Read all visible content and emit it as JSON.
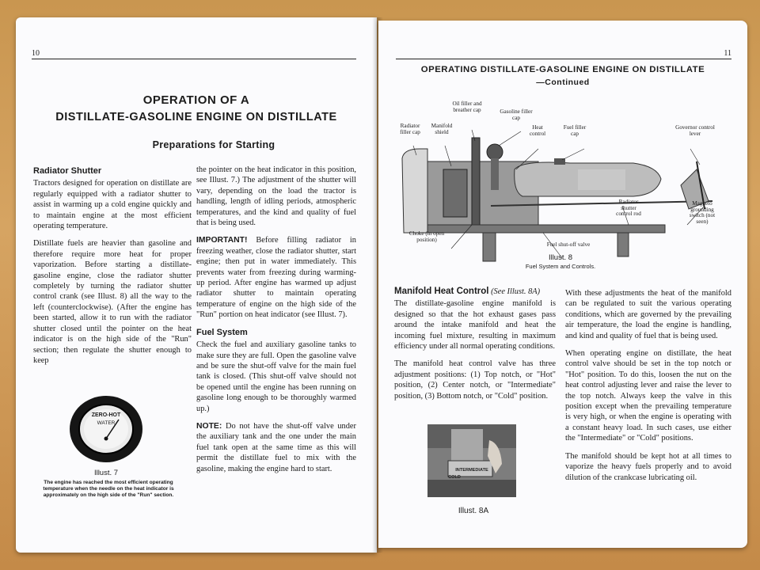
{
  "left": {
    "page_number": "10",
    "title_line1": "OPERATION OF A",
    "title_line2": "DISTILLATE-GASOLINE ENGINE ON DISTILLATE",
    "subtitle": "Preparations for Starting",
    "radiator_heading": "Radiator Shutter",
    "radiator_p1": "Tractors designed for operation on distillate are regularly equipped with a radiator shutter to assist in warming up a cold engine quickly and to maintain engine at the most efficient operating temperature.",
    "radiator_p2": "Distillate fuels are heavier than gasoline and therefore require more heat for proper vaporization. Before starting a distillate-gasoline engine, close the radiator shutter completely by turning the radiator shutter control crank (see Illust. 8) all the way to the left (counterclockwise). (After the engine has been started, allow it to run with the radiator shutter closed until the pointer on the heat indicator is on the high side of the \"Run\" section; then regulate the shutter enough to keep",
    "col2_p1": "the pointer on the heat indicator in this position, see Illust. 7.) The adjustment of the shutter will vary, depending on the load the tractor is handling, length of idling periods, atmospheric temperatures, and the kind and quality of fuel that is being used.",
    "important_label": "IMPORTANT!",
    "important_text": "Before filling radiator in freezing weather, close the radiator shutter, start engine; then put in water immediately. This prevents water from freezing during warming-up period. After engine has warmed up adjust radiator shutter to maintain operating temperature of engine on the high side of the \"Run\" portion on heat indicator (see Illust. 7).",
    "fuel_heading": "Fuel System",
    "fuel_text": "Check the fuel and auxiliary gasoline tanks to make sure they are full. Open the gasoline valve and be sure the shut-off valve for the main fuel tank is closed. (This shut-off valve should not be opened until the engine has been running on gasoline long enough to be thoroughly warmed up.)",
    "note_label": "NOTE:",
    "note_text": "Do not have the shut-off valve under the auxiliary tank and the one under the main fuel tank open at the same time as this will permit the distillate fuel to mix with the gasoline, making the engine hard to start.",
    "gauge_text1": "ZERO-HOT",
    "gauge_text2": "WATER",
    "illust7_label": "Illust. 7",
    "illust7_caption": "The engine has reached the most efficient operating temperature when the needle on the heat indicator is approximately on the high side of the \"Run\" section."
  },
  "right": {
    "page_number": "11",
    "title": "OPERATING DISTILLATE-GASOLINE ENGINE ON DISTILLATE",
    "title_sub": "—Continued",
    "labels": {
      "oil_filler": "Oil filler and breather cap",
      "gasoline_filler": "Gasoline filler cap",
      "radiator_filler": "Radiator filler cap",
      "manifold_shield": "Manifold shield",
      "heat_control": "Heat control",
      "fuel_filler": "Fuel filler cap",
      "governor": "Governor control lever",
      "radiator_shutter": "Radiator shutter control rod",
      "magneto": "Magneto grounding switch (not seen)",
      "choke": "Choke (in open position)",
      "fuel_shutoff": "Fuel shut-off valve"
    },
    "illust8_label": "Illust. 8",
    "illust8_caption": "Fuel System and Controls.",
    "manifold_heading": "Manifold Heat Control",
    "manifold_ref": "(See Illust. 8A)",
    "manifold_p1": "The distillate-gasoline engine manifold is designed so that the hot exhaust gases pass around the intake manifold and heat the incoming fuel mixture, resulting in maximum efficiency under all normal operating conditions.",
    "manifold_p2": "The manifold heat control valve has three adjustment positions: (1) Top notch, or \"Hot\" position, (2) Center notch, or \"Intermediate\" position, (3) Bottom notch, or \"Cold\" position.",
    "photo_text1": "INTERMEDIATE",
    "photo_text2": "COLD",
    "illust8a_label": "Illust. 8A",
    "col2_p1": "With these adjustments the heat of the manifold can be regulated to suit the various operating conditions, which are governed by the prevailing air temperature, the load the engine is handling, and kind and quality of fuel that is being used.",
    "col2_p2": "When operating engine on distillate, the heat control valve should be set in the top notch or \"Hot\" position. To do this, loosen the nut on the heat control adjusting lever and raise the lever to the top notch. Always keep the valve in this position except when the prevailing temperature is very high, or when the engine is operating with a constant heavy load. In such cases, use either the \"Intermediate\" or \"Cold\" positions.",
    "col2_p3": "The manifold should be kept hot at all times to vaporize the heavy fuels properly and to avoid dilution of the crankcase lubricating oil."
  }
}
